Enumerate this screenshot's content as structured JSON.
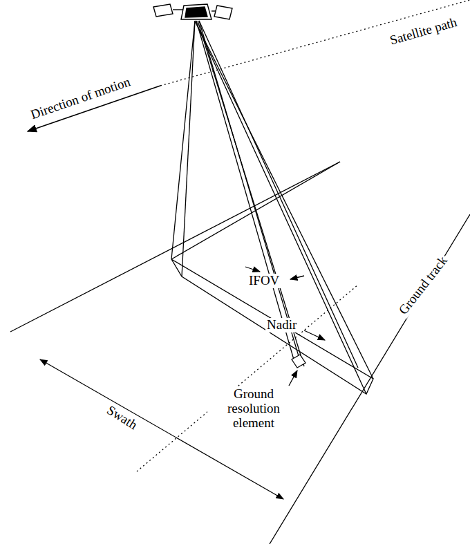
{
  "diagram": {
    "labels": [
      "Direction of motion",
      "Satellite path",
      "IFOV",
      "Ground track",
      "Nadir",
      "Ground resolution element",
      "Swath"
    ]
  }
}
